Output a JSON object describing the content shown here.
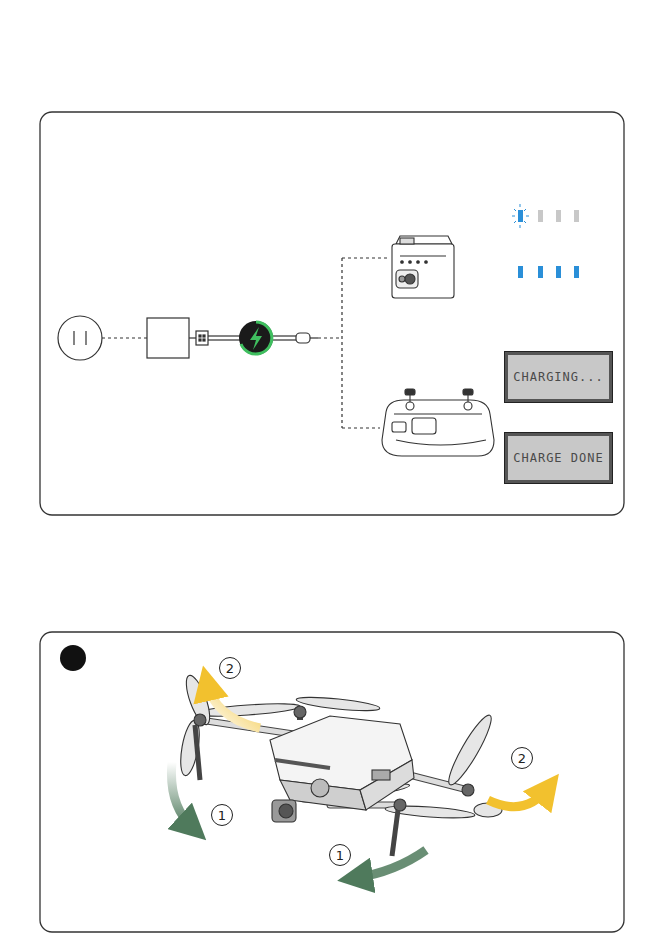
{
  "diagram": {
    "nodes": [
      {
        "text": [
          "CHARGING..."
        ]
      },
      {
        "text": [
          "CHARGE DONE"
        ]
      }
    ],
    "labels": [
      "2",
      "2",
      "1",
      "1"
    ]
  }
}
